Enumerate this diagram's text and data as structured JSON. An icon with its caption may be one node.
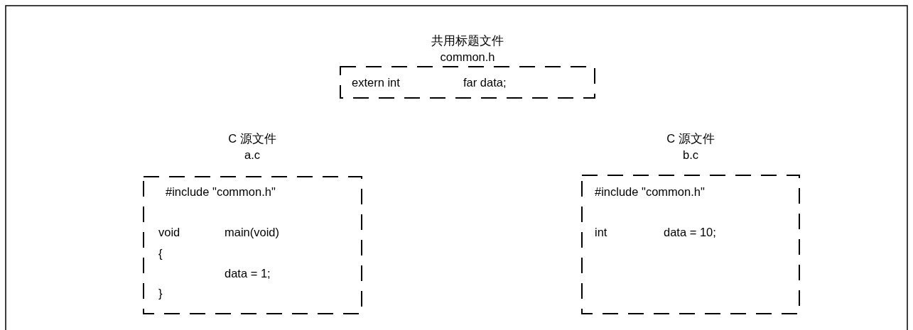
{
  "diagram": {
    "nodes": [
      {
        "text": [
          "共用标题文件",
          "common.h",
          "extern int",
          "far data;"
        ]
      },
      {
        "text": [
          "C 源文件",
          "a.c",
          "#include \"common.h\"",
          "void",
          "main(void)",
          "{",
          "data = 1;",
          "}"
        ]
      },
      {
        "text": [
          "C 源文件",
          "b.c",
          "#include \"common.h\"",
          "int",
          "data = 10;"
        ]
      }
    ]
  }
}
